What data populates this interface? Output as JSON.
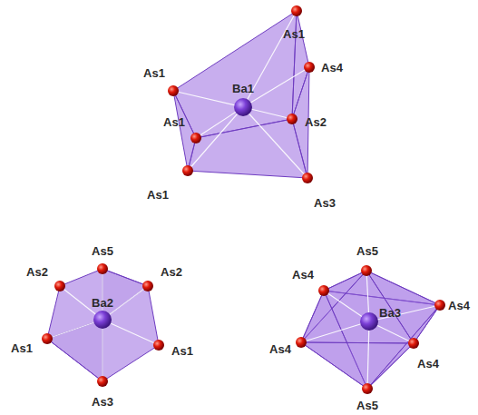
{
  "diagram": {
    "labels": [
      "As1",
      "As1",
      "As4",
      "Ba1",
      "As1",
      "As2",
      "As1",
      "As3",
      "As5",
      "As2",
      "As2",
      "Ba2",
      "As1",
      "As1",
      "As3",
      "As5",
      "As4",
      "Ba3",
      "As4",
      "As4",
      "As4",
      "As5"
    ]
  }
}
